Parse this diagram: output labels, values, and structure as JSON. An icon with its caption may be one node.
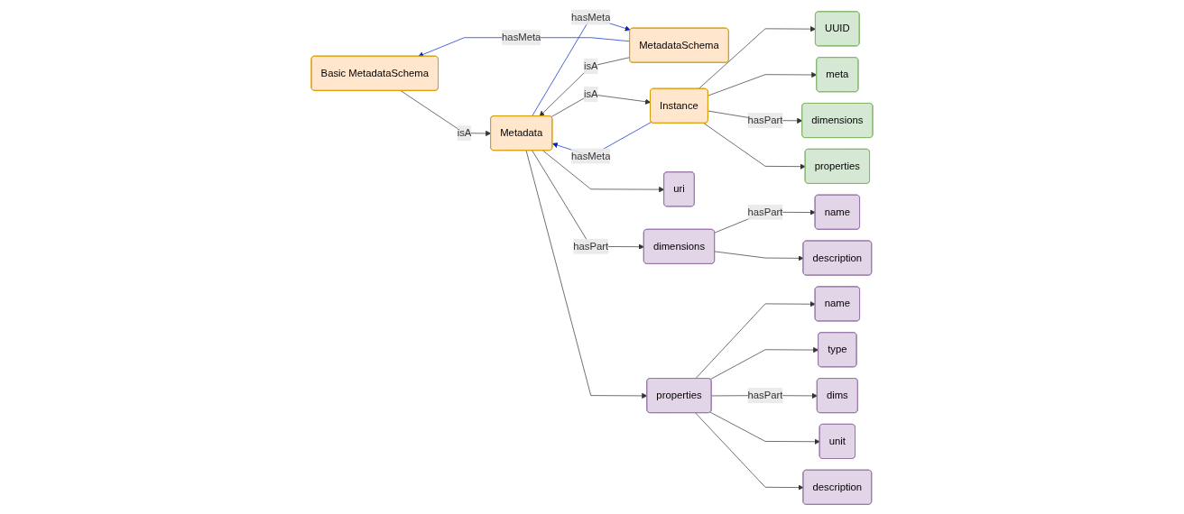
{
  "diagram": {
    "nodes": [
      {
        "text": [
          "Basic MetadataSchema"
        ]
      },
      {
        "text": [
          "MetadataSchema"
        ]
      },
      {
        "text": [
          "Metadata"
        ]
      },
      {
        "text": [
          "Instance"
        ]
      },
      {
        "text": [
          "uri"
        ]
      },
      {
        "text": [
          "dimensions"
        ]
      },
      {
        "text": [
          "properties"
        ]
      },
      {
        "text": [
          "name"
        ]
      },
      {
        "text": [
          "description"
        ]
      },
      {
        "text": [
          "name"
        ]
      },
      {
        "text": [
          "type"
        ]
      },
      {
        "text": [
          "dims"
        ]
      },
      {
        "text": [
          "unit"
        ]
      },
      {
        "text": [
          "description"
        ]
      },
      {
        "text": [
          "UUID"
        ]
      },
      {
        "text": [
          "meta"
        ]
      },
      {
        "text": [
          "dimensions"
        ]
      },
      {
        "text": [
          "properties"
        ]
      }
    ],
    "edges": [
      {
        "from": 1,
        "to": 0,
        "arrow": "to",
        "label": "hasMeta",
        "color": "#0026cc"
      },
      {
        "from": 2,
        "to": 1,
        "arrow": "to",
        "label": "hasMeta",
        "color": "#0026cc"
      },
      {
        "from": 3,
        "to": 2,
        "arrow": "to",
        "label": "hasMeta",
        "color": "#0026cc"
      },
      {
        "from": 1,
        "to": 2,
        "arrow": "to",
        "label": "isA"
      },
      {
        "from": 0,
        "to": 2,
        "arrow": "to",
        "label": "isA"
      },
      {
        "from": 2,
        "to": 3,
        "arrow": "to",
        "label": "isA"
      },
      {
        "from": 2,
        "to": 4,
        "arrow": "to"
      },
      {
        "from": 2,
        "to": 5,
        "arrow": "to",
        "label": "hasPart"
      },
      {
        "from": 2,
        "to": 6,
        "arrow": "to"
      },
      {
        "from": 5,
        "to": 7,
        "arrow": "to",
        "label": "hasPart"
      },
      {
        "from": 5,
        "to": 8,
        "arrow": "to"
      },
      {
        "from": 6,
        "to": 9,
        "arrow": "to"
      },
      {
        "from": 6,
        "to": 10,
        "arrow": "to"
      },
      {
        "from": 6,
        "to": 11,
        "arrow": "to",
        "label": "hasPart"
      },
      {
        "from": 6,
        "to": 12,
        "arrow": "to"
      },
      {
        "from": 6,
        "to": 13,
        "arrow": "to"
      },
      {
        "from": 3,
        "to": 14,
        "arrow": "to"
      },
      {
        "from": 3,
        "to": 15,
        "arrow": "to"
      },
      {
        "from": 3,
        "to": 16,
        "arrow": "to",
        "label": "hasPart"
      },
      {
        "from": 3,
        "to": 17,
        "arrow": "to"
      }
    ]
  }
}
